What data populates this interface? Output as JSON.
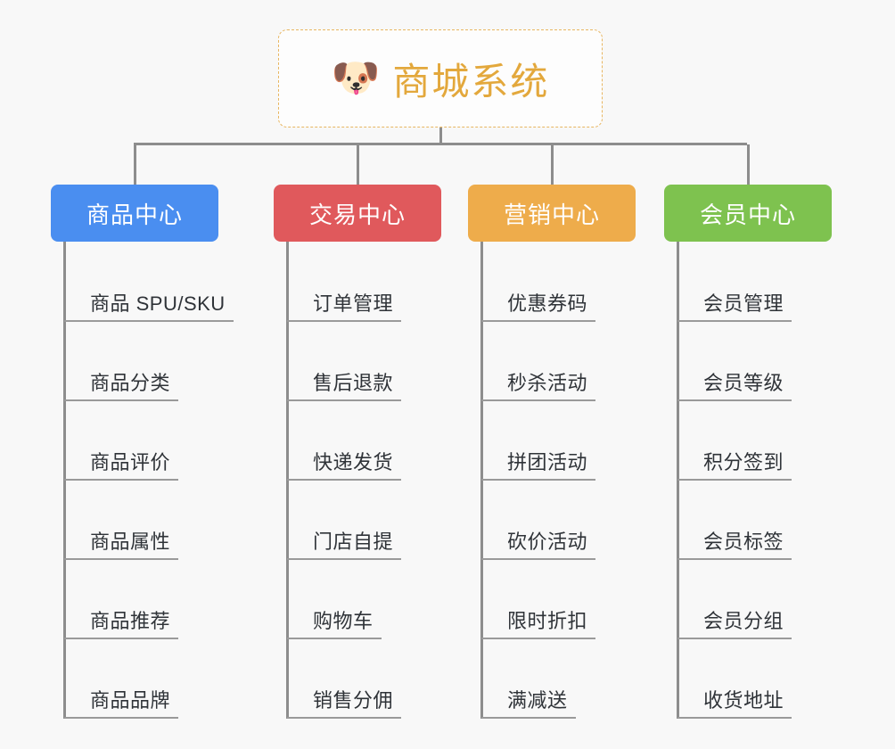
{
  "root": {
    "icon": "shiba-dog-face-emoji",
    "icon_glyph": "🐶",
    "title": "商城系统",
    "title_color": "#e3a83c",
    "border_color": "#e8b661"
  },
  "connector_color": "#8d8d8d",
  "background_color": "#f8f8f8",
  "columns": [
    {
      "name": "product-center",
      "label": "商品中心",
      "color": "#4a8ef0",
      "items": [
        "商品 SPU/SKU",
        "商品分类",
        "商品评价",
        "商品属性",
        "商品推荐",
        "商品品牌"
      ]
    },
    {
      "name": "trade-center",
      "label": "交易中心",
      "color": "#e0595c",
      "items": [
        "订单管理",
        "售后退款",
        "快递发货",
        "门店自提",
        "购物车",
        "销售分佣"
      ]
    },
    {
      "name": "marketing-center",
      "label": "营销中心",
      "color": "#eeac4b",
      "items": [
        "优惠券码",
        "秒杀活动",
        "拼团活动",
        "砍价活动",
        "限时折扣",
        "满减送"
      ]
    },
    {
      "name": "member-center",
      "label": "会员中心",
      "color": "#7ec24f",
      "items": [
        "会员管理",
        "会员等级",
        "积分签到",
        "会员标签",
        "会员分组",
        "收货地址"
      ]
    }
  ]
}
